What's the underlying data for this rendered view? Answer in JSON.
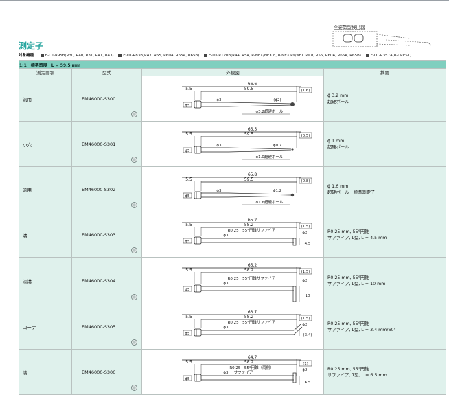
{
  "page": {
    "title": "測定子",
    "sensor_label": "全姿勢型検出器"
  },
  "machines": {
    "label": "対象機種",
    "groups": [
      "E-DT-R95B(R30, R40, R31, R41, R43)",
      "E-DT-R83B(R47, R55, R60A, R65A, R65B)",
      "E-DT-R120B(R44, R54, R-NEX/NEX α, R-NEX Rs/NEX Rs α, R55, R60A, R65A, R65B)",
      "E-DT-R357A(R-CREST)"
    ]
  },
  "band": "1:1　標準感度　L = 59.5 mm",
  "headers": {
    "purpose": "測定要領",
    "model": "型式",
    "figure": "外観図",
    "summary": "摘要"
  },
  "rows": [
    {
      "purpose": "汎用",
      "model": "EM46000-S300",
      "summary": [
        "ϕ 3.2 mm",
        "超硬ボール"
      ],
      "dims": {
        "total": "66.6",
        "shaft": "59.5",
        "tip": "(1.6)",
        "left": "5.5",
        "dia_body": "ϕ5",
        "dia_shank": "ϕ3",
        "dia_tip": "(ϕ2)",
        "note": "ϕ3.2超硬ボール"
      }
    },
    {
      "purpose": "小穴",
      "model": "EM46000-S301",
      "summary": [
        "ϕ 1 mm",
        "超硬ボール"
      ],
      "dims": {
        "total": "65.5",
        "shaft": "59.5",
        "tip": "(0.5)",
        "left": "5.5",
        "dia_body": "ϕ5",
        "dia_shank": "ϕ3",
        "dia_tip": "ϕ0.7",
        "note": "ϕ1.0超硬ボール"
      }
    },
    {
      "purpose": "汎用",
      "model": "EM46000-S302",
      "summary": [
        "ϕ 1.6 mm",
        "超硬ボール　標準測定子"
      ],
      "dims": {
        "total": "65.8",
        "shaft": "59.5",
        "tip": "(0.8)",
        "left": "5.5",
        "dia_body": "ϕ5",
        "dia_shank": "ϕ3",
        "dia_tip": "ϕ1.2",
        "note": "ϕ1.6超硬ボール"
      }
    },
    {
      "purpose": "溝",
      "model": "EM46000-S303",
      "summary": [
        "R0.25 mm, 55°円錐",
        "サファイア, L型, L = 4.5 mm"
      ],
      "dims": {
        "total": "65.2",
        "shaft": "58.2",
        "tip": "(1.5)",
        "left": "5.5",
        "dia_body": "ϕ5",
        "dia_shank": "ϕ3",
        "dia_tip": "ϕ2",
        "note": "R0.25　55°円錐サファイア",
        "length": "4.5"
      }
    },
    {
      "purpose": "深溝",
      "model": "EM46000-S304",
      "summary": [
        "R0.25 mm, 55°円錐",
        "サファイア, L型, L = 10 mm"
      ],
      "dims": {
        "total": "65.2",
        "shaft": "58.2",
        "tip": "(1.5)",
        "left": "5.5",
        "dia_body": "ϕ5",
        "dia_shank": "ϕ3",
        "dia_tip": "ϕ2",
        "note": "R0.25　55°円錐サファイア",
        "length": "10"
      }
    },
    {
      "purpose": "コーナ",
      "model": "EM46000-S305",
      "summary": [
        "R0.25 mm, 55°円錐",
        "サファイア, L型, L = 3.4 mm/60°"
      ],
      "dims": {
        "total": "63.7",
        "shaft": "58.2",
        "tip": "(1.5)",
        "left": "5.5",
        "dia_body": "ϕ5",
        "dia_shank": "ϕ3",
        "dia_tip": "ϕ2",
        "note": "R0.25　55°円錐サファイア",
        "length": "(3.4)"
      }
    },
    {
      "purpose": "溝",
      "model": "EM46000-S306",
      "summary": [
        "R0.25 mm, 55°円錐",
        "サファイア, T型, L = 6.5 mm"
      ],
      "dims": {
        "total": "64.7",
        "shaft": "58.2",
        "tip": "(1)",
        "left": "5.5",
        "dia_body": "ϕ5",
        "dia_shank": "ϕ3",
        "dia_tip": "ϕ2",
        "note": "R0.25　55°円錐（両側）",
        "note2": "サファイア",
        "length": "6.5"
      }
    }
  ]
}
